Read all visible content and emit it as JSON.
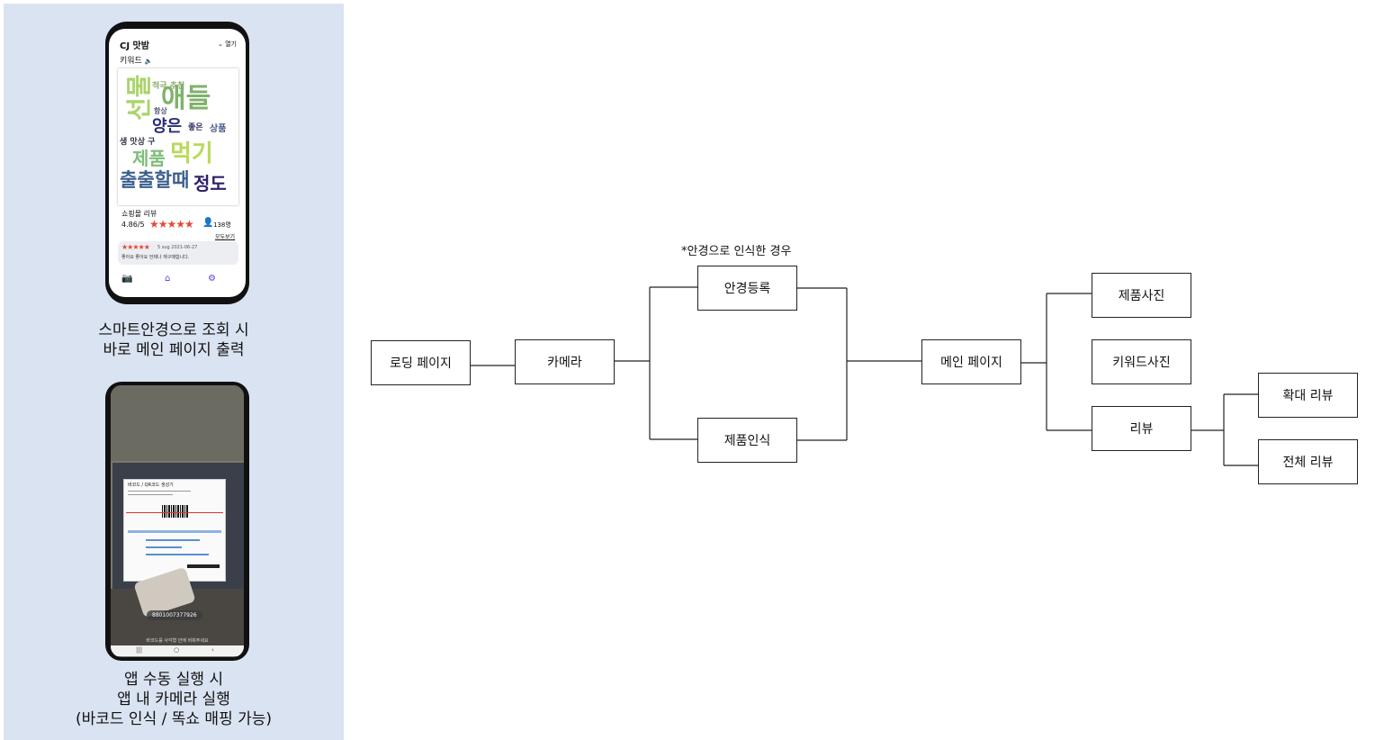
{
  "left_panel": {
    "phone1": {
      "brand": "CJ 맛밤",
      "more": "열기",
      "keyword_label": "키워드",
      "wordcloud": [
        {
          "w": "애들",
          "c": "#7fb26b"
        },
        {
          "w": "선물",
          "c": "#a9d46a"
        },
        {
          "w": "양은",
          "c": "#2a2f78"
        },
        {
          "w": "먹기",
          "c": "#b8da5c"
        },
        {
          "w": "제품",
          "c": "#7dbd7a"
        },
        {
          "w": "출출할때",
          "c": "#3b5f8f"
        },
        {
          "w": "정도",
          "c": "#2c236a"
        },
        {
          "w": "좋은",
          "c": "#333366"
        },
        {
          "w": "상품",
          "c": "#4b5a8a"
        },
        {
          "w": "항상",
          "c": "#555577"
        },
        {
          "w": "적극 추천",
          "c": "#8aa86a"
        },
        {
          "w": "생 맛상 구",
          "c": "#333344"
        }
      ],
      "shopping_review_label": "쇼핑몰 리뷰",
      "rating": "4.86/5",
      "stars": "★★★★★",
      "reviewer_count": "138명",
      "view_all": "모두보기",
      "review_item": {
        "stars": "★★★★★",
        "meta": "5 sug 2021-06-27",
        "text": "좋아요 좋아요 언제나 재구매합니다."
      }
    },
    "phone1_caption": [
      "스마트안경으로 조회 시",
      "바로 메인 페이지 출력"
    ],
    "phone2": {
      "doc_title": "바코드 / QR코드 생성기",
      "barcode_number": "8801007377926",
      "hint": "바코드를 사각형 안에 비춰주세요"
    },
    "phone2_caption": [
      "앱 수동 실행 시",
      "앱 내 카메라 실행",
      "(바코드 인식 / 똑쇼 매핑 가능)"
    ]
  },
  "diagram": {
    "note": "*안경으로 인식한 경우",
    "nodes": {
      "loading": "로딩 페이지",
      "camera": "카메라",
      "glasses_register": "안경등록",
      "product_recognition": "제품인식",
      "main_page": "메인 페이지",
      "product_photo": "제품사진",
      "keyword_photo": "키워드사진",
      "review": "리뷰",
      "zoom_review": "확대 리뷰",
      "all_review": "전체 리뷰"
    }
  }
}
